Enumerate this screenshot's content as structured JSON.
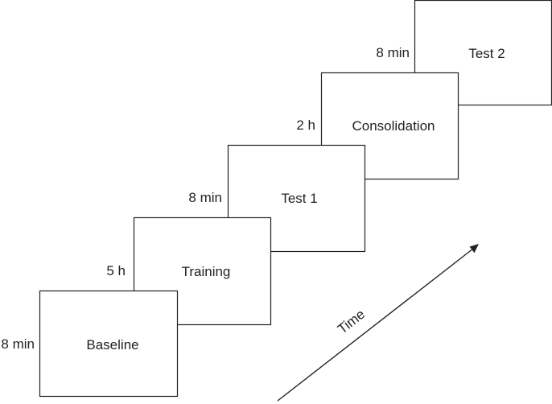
{
  "stages": [
    {
      "label": "Baseline",
      "duration": "8 min"
    },
    {
      "label": "Training",
      "duration": "5 h"
    },
    {
      "label": "Test 1",
      "duration": "8 min"
    },
    {
      "label": "Consolidation",
      "duration": "2 h"
    },
    {
      "label": "Test 2",
      "duration": "8 min"
    }
  ],
  "time_axis": {
    "label": "Time"
  }
}
